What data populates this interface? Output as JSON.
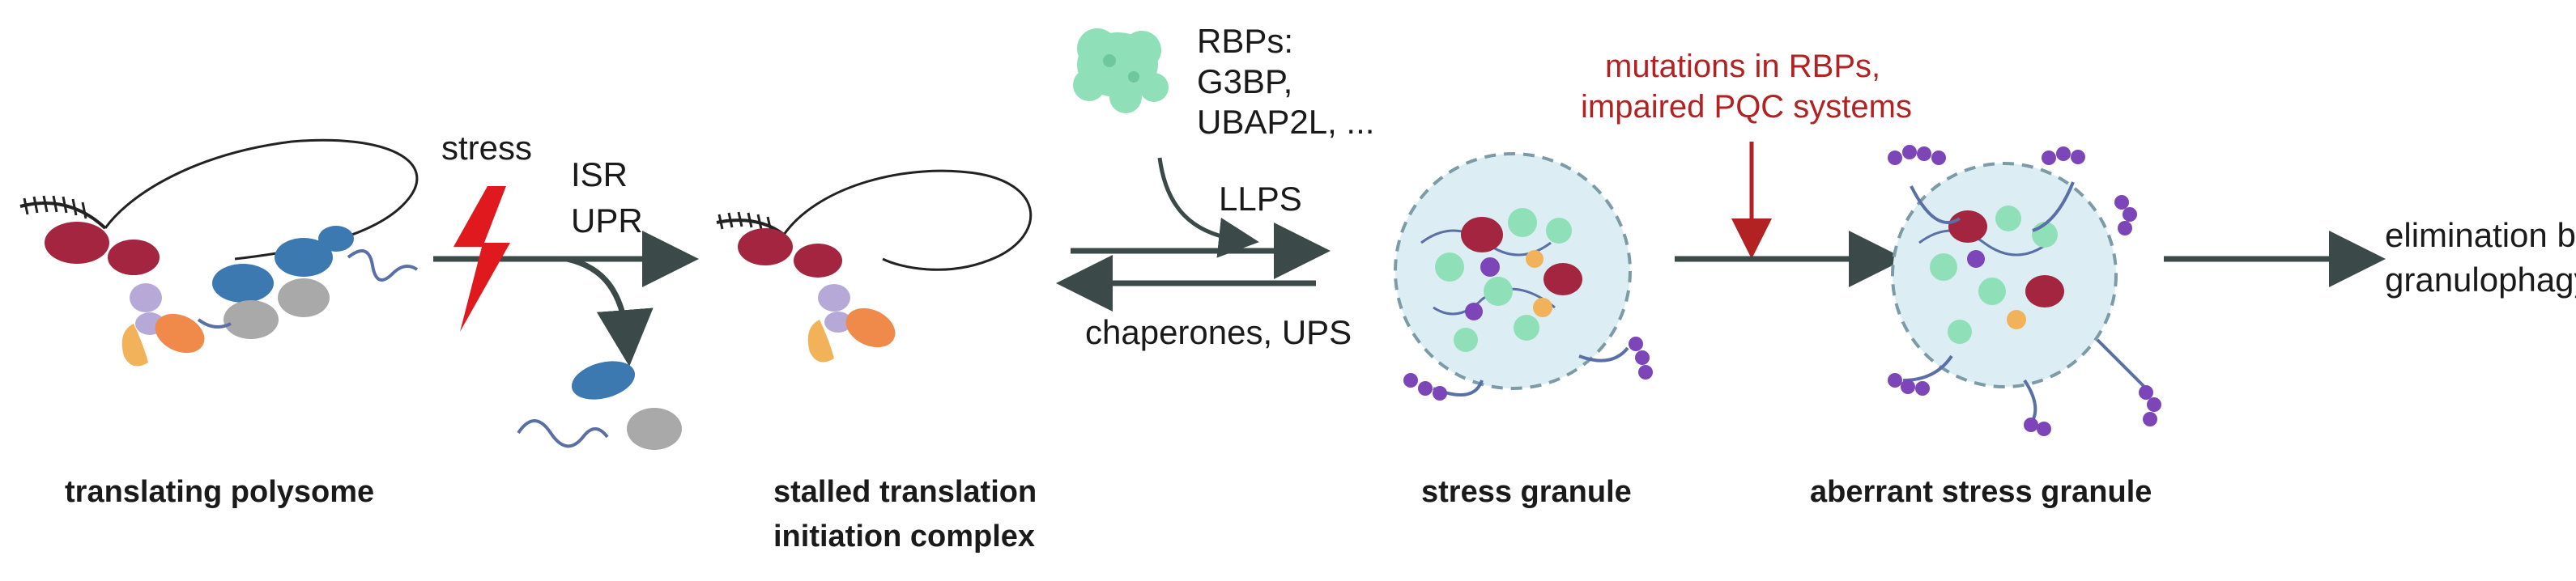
{
  "stages": {
    "polysome": "translating polysome",
    "stalled_line1": "stalled translation",
    "stalled_line2": "initiation complex",
    "granule": "stress granule",
    "aberrant": "aberrant stress granule"
  },
  "labels": {
    "stress": "stress",
    "isr": "ISR",
    "upr": "UPR",
    "rbps_title": "RBPs:",
    "rbps_g3bp": "G3BP,",
    "rbps_ubap": "UBAP2L, ...",
    "llps": "LLPS",
    "reverse": "chaperones, UPS",
    "mutations_line1": "mutations in RBPs,",
    "mutations_line2": "impaired PQC systems",
    "elimination_line1": "elimination by",
    "elimination_line2": "granulophagy"
  },
  "icons": {
    "lightning": "lightning-bolt-icon",
    "rbp_protein": "rbp-protein-icon"
  },
  "colors": {
    "arrow": "#3b4a48",
    "lightning": "#e0191e",
    "mutation_text": "#b22222",
    "ribosome_red": "#a3253f",
    "ribosome_blue": "#3b79b0",
    "ribosome_gray": "#a9a9a9",
    "rbp_green": "#8fe0b8",
    "factor_lilac": "#b6a9d8",
    "factor_orange": "#f08a4b",
    "factor_yellow": "#f1b25a",
    "granule_fill": "#dceef4",
    "granule_border": "#7d9ba6",
    "purple": "#7d46b8",
    "rna_blue": "#5a6fa6"
  }
}
